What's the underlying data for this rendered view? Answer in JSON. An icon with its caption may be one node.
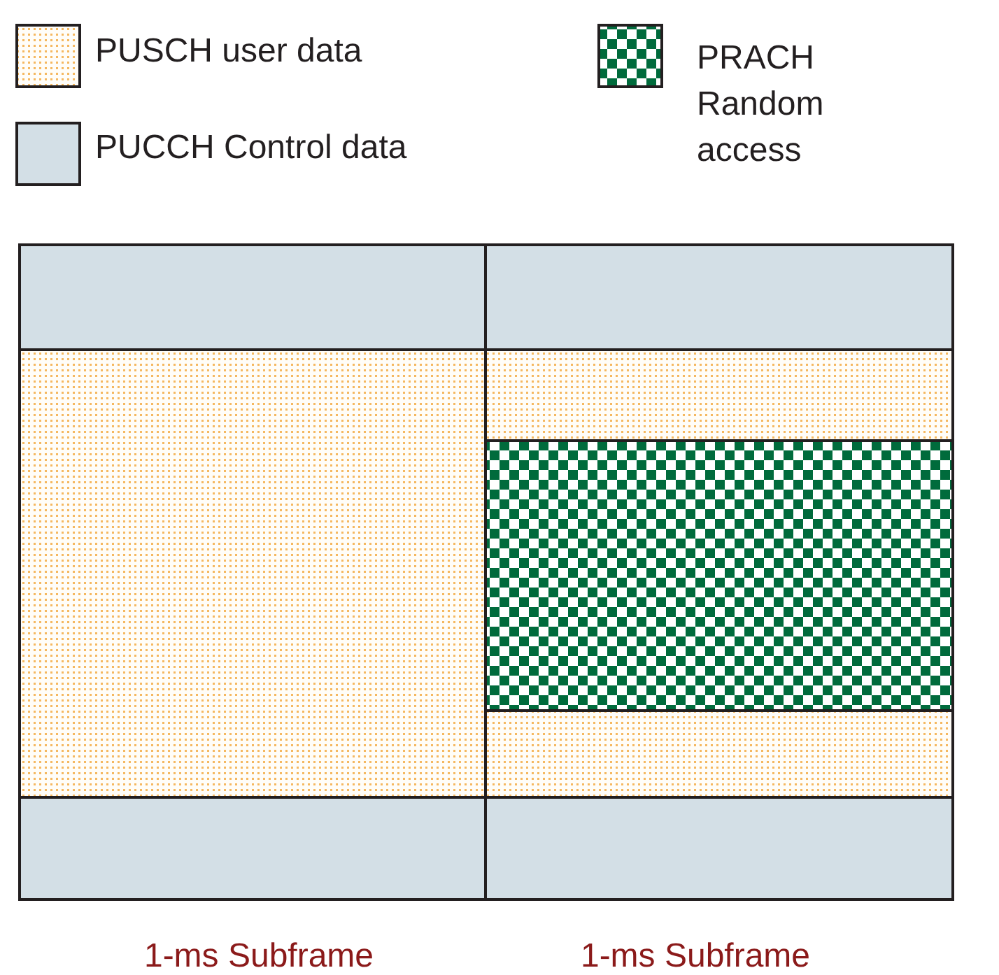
{
  "diagram": {
    "labels": [
      "1-ms Subframe",
      "1-ms Subframe"
    ],
    "legend": [
      {
        "text": "PUSCH user data",
        "color": "#f5b860"
      },
      {
        "text": "PUCCH Control data",
        "color": "#d3dfe6"
      },
      {
        "text": "PRACH Random access",
        "color": "#006b3c"
      }
    ]
  }
}
